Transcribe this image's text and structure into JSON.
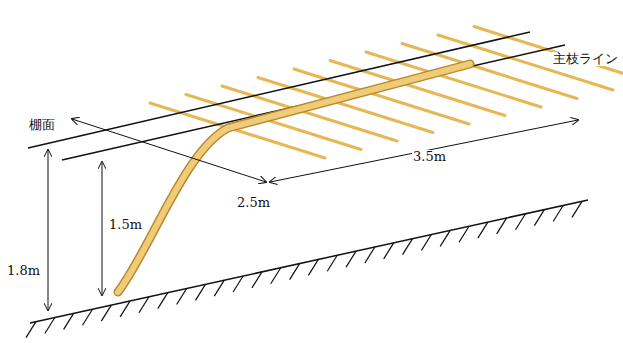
{
  "diagram": {
    "labels": [
      "主枝ライン",
      "棚面",
      "2.5m",
      "3.5m",
      "1.8m",
      "1.5m"
    ]
  }
}
